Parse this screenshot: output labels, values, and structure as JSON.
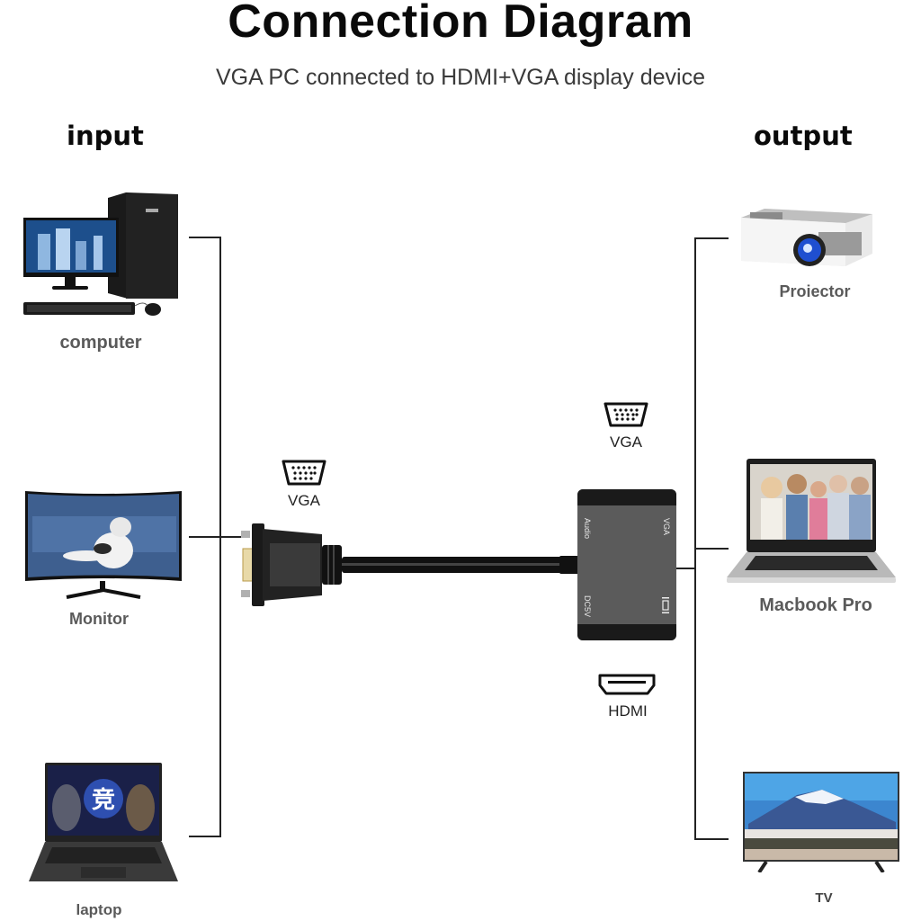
{
  "header": {
    "title": "Connection Diagram",
    "subtitle": "VGA PC connected to HDMI+VGA display device"
  },
  "input": {
    "heading": "input",
    "devices": [
      {
        "label": "computer",
        "icon": "desktop-computer-icon"
      },
      {
        "label": "Monitor",
        "icon": "monitor-icon"
      },
      {
        "label": "laptop",
        "icon": "laptop-icon"
      }
    ]
  },
  "output": {
    "heading": "output",
    "devices": [
      {
        "label": "Proiector",
        "icon": "projector-icon"
      },
      {
        "label": "Macbook Pro",
        "icon": "laptop-icon"
      },
      {
        "label": "TV",
        "icon": "tv-icon"
      }
    ]
  },
  "adapter": {
    "input_port": {
      "label": "VGA",
      "icon": "vga-port-icon"
    },
    "output_ports": [
      {
        "label": "VGA",
        "icon": "vga-port-icon"
      },
      {
        "label": "HDMI",
        "icon": "hdmi-port-icon"
      }
    ],
    "body_labels": {
      "audio": "Audio",
      "vga": "VGA",
      "dc5v": "DC5V"
    }
  },
  "colors": {
    "label_gray": "#5a5a5a",
    "adapter_gray": "#5b5b5b",
    "line": "#222222"
  }
}
